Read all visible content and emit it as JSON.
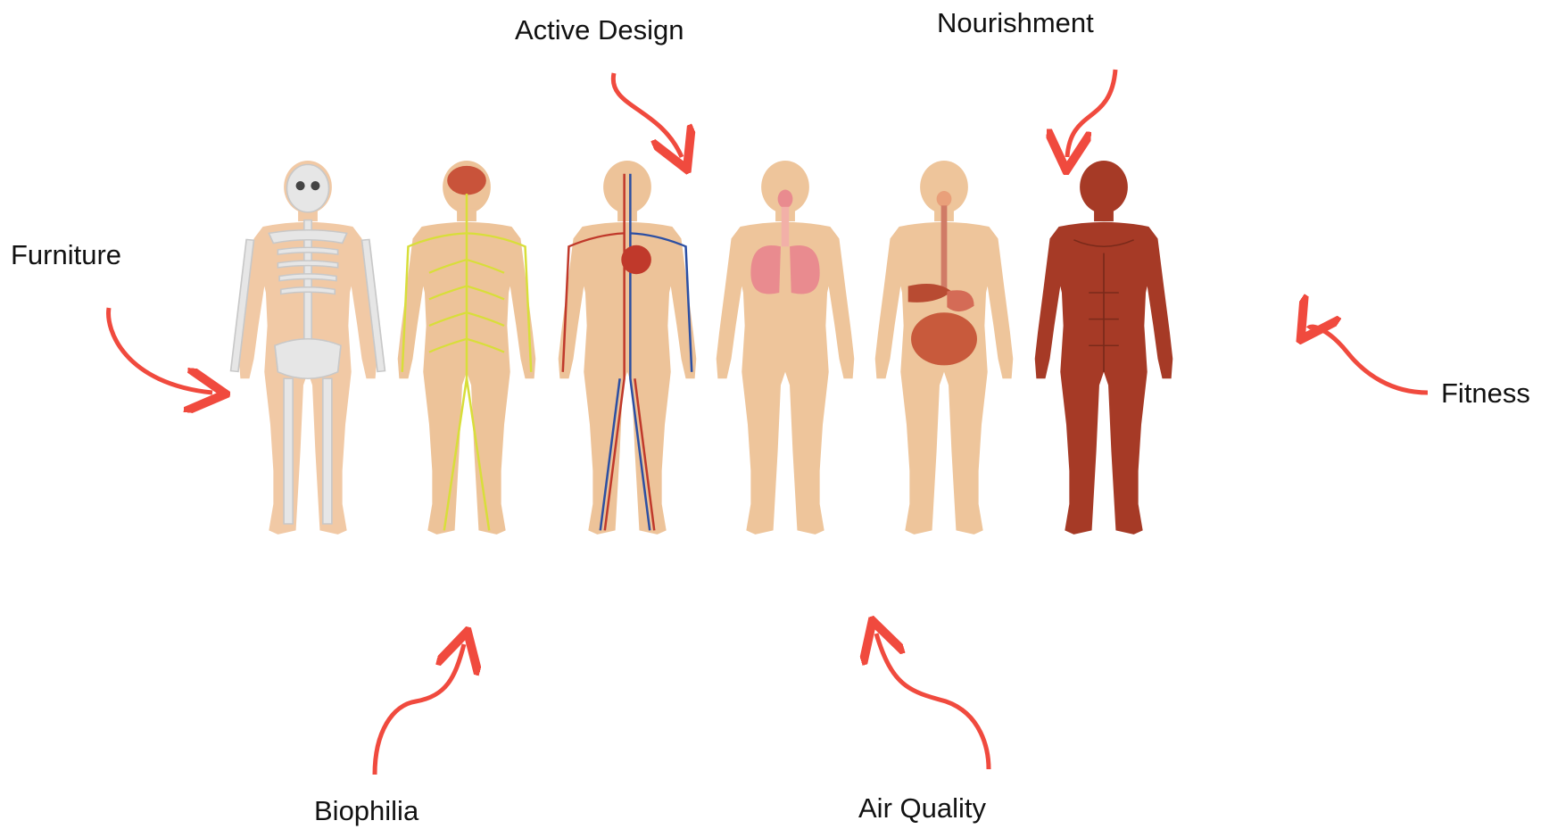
{
  "labels": {
    "furniture": "Furniture",
    "active_design": "Active Design",
    "nourishment": "Nourishment",
    "fitness": "Fitness",
    "biophilia": "Biophilia",
    "air_quality": "Air Quality"
  },
  "figures": [
    {
      "system": "skeletal",
      "icon": "skeleton-figure-icon"
    },
    {
      "system": "nervous",
      "icon": "nervous-system-figure-icon"
    },
    {
      "system": "circulatory",
      "icon": "circulatory-system-figure-icon"
    },
    {
      "system": "respiratory",
      "icon": "respiratory-system-figure-icon"
    },
    {
      "system": "digestive",
      "icon": "digestive-system-figure-icon"
    },
    {
      "system": "muscular",
      "icon": "muscular-system-figure-icon"
    }
  ],
  "colors": {
    "arrow": "#f04a3e",
    "skin": "#f1c9a5",
    "skin_shade": "#ecbf98",
    "bone": "#e8e8e8",
    "nerve": "#d8de3a",
    "brain": "#c9533a",
    "artery": "#c0392b",
    "vein": "#2c4fa3",
    "lung": "#e98b8f",
    "digest": "#c85a3c",
    "muscle": "#a63a26"
  }
}
